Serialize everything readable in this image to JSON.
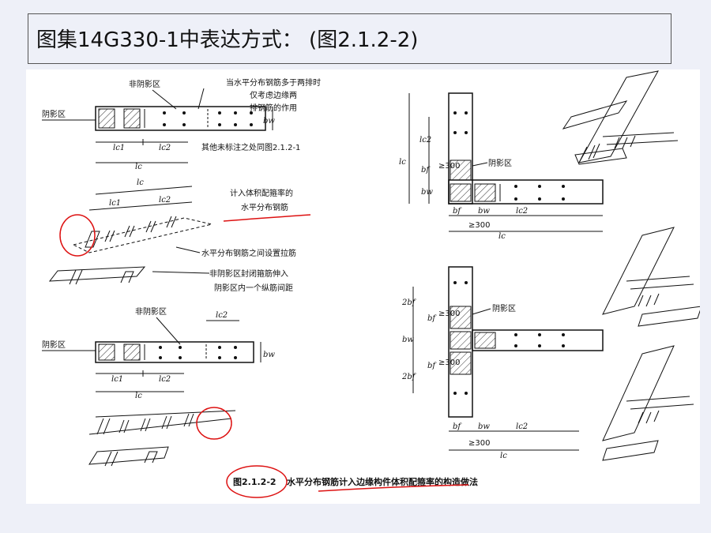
{
  "title": "图集14G330-1中表达方式： (图2.1.2-2)",
  "labels": {
    "shadow_zone": "阴影区",
    "non_shadow_zone": "非阴影区",
    "note_two_rows_1": "当水平分布钢筋多于两排时",
    "note_two_rows_2": "仅考虑边缘两",
    "note_two_rows_3": "排钢筋的作用",
    "other_note": "其他未标注之处同图2.1.2-1",
    "include_1": "计入体积配箍率的",
    "include_2": "水平分布钢筋",
    "tie_note": "水平分布钢筋之间设置拉筋",
    "hoop_1": "非阴影区封闭箍筋伸入",
    "hoop_2": "阴影区内一个纵筋间距",
    "bw": "bw",
    "lc": "lc",
    "lc1": "lc1",
    "lc2": "lc2",
    "bf": "bf",
    "twobf": "2bf",
    "ge300": "≥300"
  },
  "caption": {
    "number": "图2.1.2-2",
    "text": "水平分布钢筋计入边缘构件体积配箍率的构造做法"
  }
}
